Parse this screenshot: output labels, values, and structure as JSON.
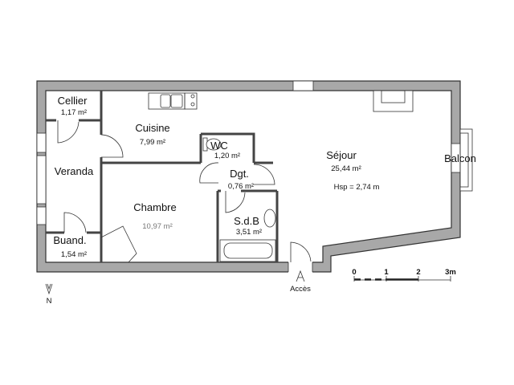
{
  "rooms": {
    "cellier": {
      "name": "Cellier",
      "area": "1,17 m²"
    },
    "cuisine": {
      "name": "Cuisine",
      "area": "7,99 m²"
    },
    "wc": {
      "name": "WC",
      "area": "1,20 m²"
    },
    "veranda": {
      "name": "Veranda"
    },
    "dgt": {
      "name": "Dgt.",
      "area": "0,76 m²"
    },
    "chambre": {
      "name": "Chambre",
      "area": "10,97 m²"
    },
    "sdb": {
      "name": "S.d.B",
      "area": "3,51 m²"
    },
    "buand": {
      "name": "Buand.",
      "area": "1,54 m²"
    },
    "sejour": {
      "name": "Séjour",
      "area": "25,44 m²",
      "height": "Hsp = 2,74 m"
    },
    "balcon": {
      "name": "Balcon"
    }
  },
  "access_label": "Accès",
  "north_label": "N",
  "scale": {
    "labels": [
      "0",
      "1",
      "2",
      "3m"
    ]
  }
}
